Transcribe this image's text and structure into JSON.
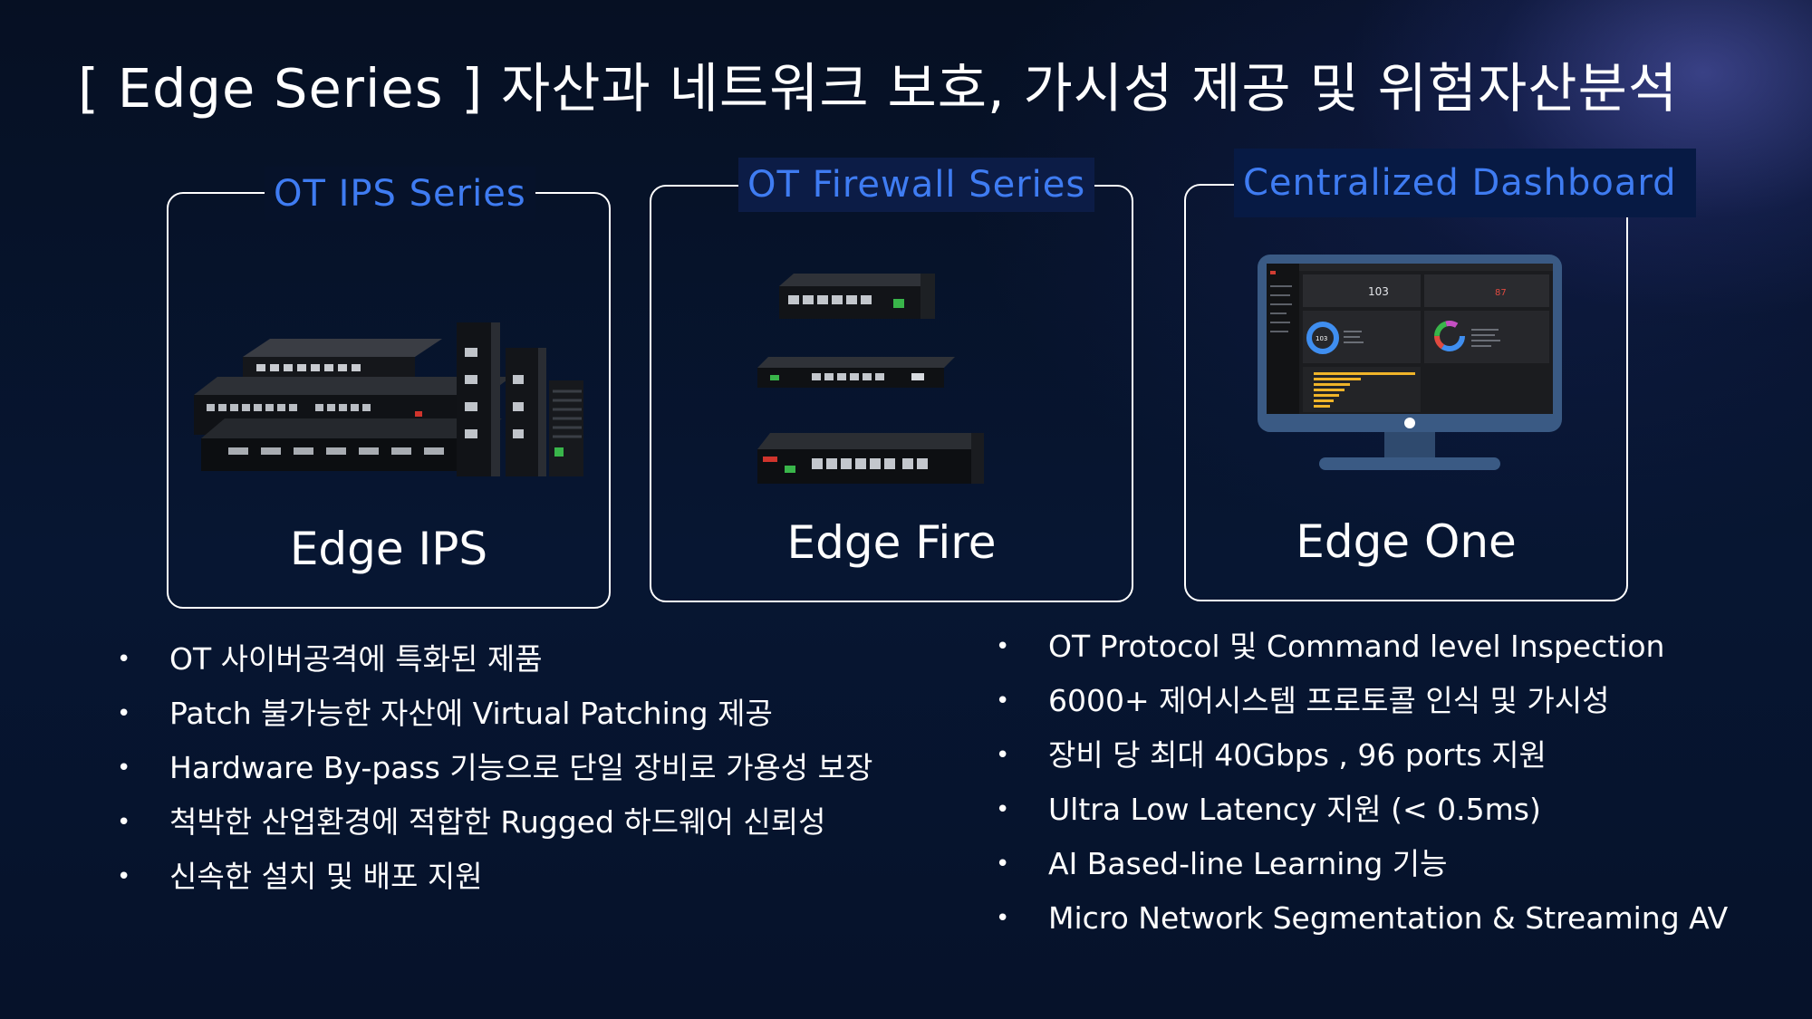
{
  "slide": {
    "title": "[ Edge Series ] 자산과 네트워크 보호, 가시성 제공 및 위험자산분석"
  },
  "panels": [
    {
      "heading": "OT IPS Series",
      "product": "Edge IPS",
      "image": "network-appliance-stack"
    },
    {
      "heading": "OT Firewall Series",
      "product": "Edge Fire",
      "image": "firewall-appliances"
    },
    {
      "heading": "Centralized Dashboard",
      "product": "Edge One",
      "image": "monitor-dashboard"
    }
  ],
  "dashboard_screen": {
    "stat_a": "103",
    "stat_b": "87",
    "donut_label": "103"
  },
  "left_bullets": [
    "OT 사이버공격에 특화된 제품",
    "Patch 불가능한 자산에 Virtual Patching 제공",
    "Hardware By-pass 기능으로 단일 장비로 가용성 보장",
    "척박한 산업환경에 적합한 Rugged 하드웨어 신뢰성",
    "신속한 설치 및 배포 지원"
  ],
  "right_bullets": [
    "OT Protocol 및 Command level Inspection",
    "6000+ 제어시스템 프로토콜 인식 및 가시성",
    "장비 당 최대 40Gbps , 96  ports 지원",
    "Ultra Low Latency 지원  (< 0.5ms)",
    "AI Based-line Learning 기능",
    "Micro Network Segmentation & Streaming AV"
  ],
  "colors": {
    "background": "#06122a",
    "heading_blue": "#3f7cf2",
    "text": "#ffffff"
  }
}
